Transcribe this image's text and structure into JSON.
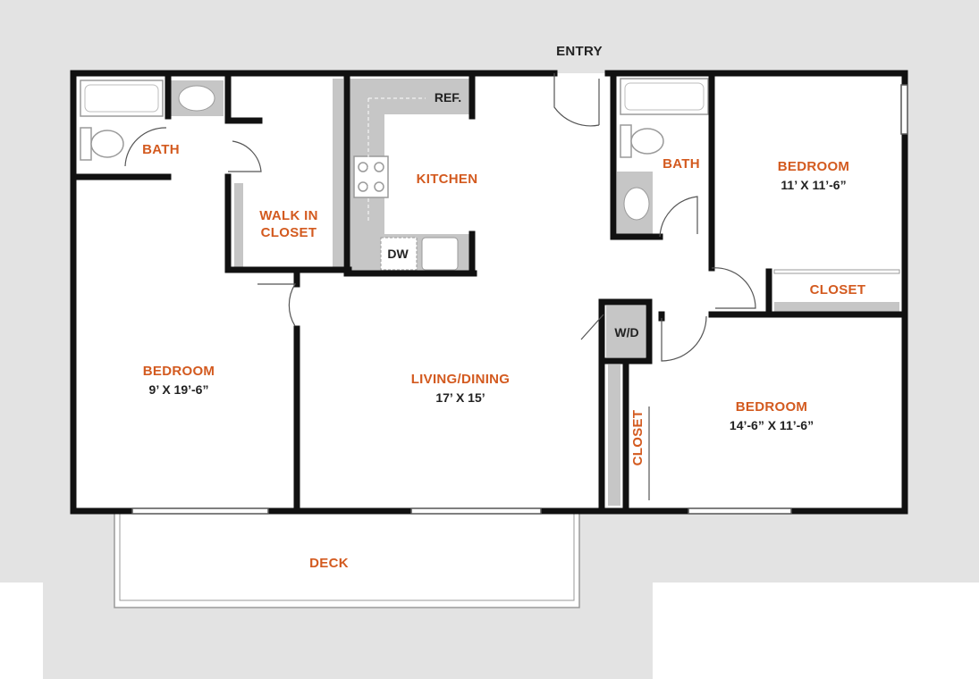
{
  "colors": {
    "accent": "#d35a1f",
    "wall": "#111111",
    "background_gray": "#e3e3e3",
    "fixture_gray": "#c6c6c6",
    "dark_text": "#222222"
  },
  "entry": {
    "label": "ENTRY"
  },
  "rooms": {
    "bath_left": {
      "label": "BATH"
    },
    "walk_in_closet": {
      "line1": "WALK IN",
      "line2": "CLOSET"
    },
    "kitchen": {
      "label": "KITCHEN"
    },
    "bath_right": {
      "label": "BATH"
    },
    "bedroom_top_right": {
      "label": "BEDROOM",
      "dims": "11’ X 11’-6”"
    },
    "closet_top_right": {
      "label": "CLOSET"
    },
    "bedroom_left": {
      "label": "BEDROOM",
      "dims": "9’ X 19’-6”"
    },
    "living_dining": {
      "label": "LIVING/DINING",
      "dims": "17’ X 15’"
    },
    "closet_vertical": {
      "label": "CLOSET"
    },
    "bedroom_bottom_right": {
      "label": "BEDROOM",
      "dims": "14’-6” X 11’-6”"
    },
    "deck": {
      "label": "DECK"
    }
  },
  "fixtures": {
    "refrigerator": {
      "label": "REF."
    },
    "dishwasher": {
      "label": "DW"
    },
    "washer_dryer": {
      "label": "W/D"
    }
  }
}
